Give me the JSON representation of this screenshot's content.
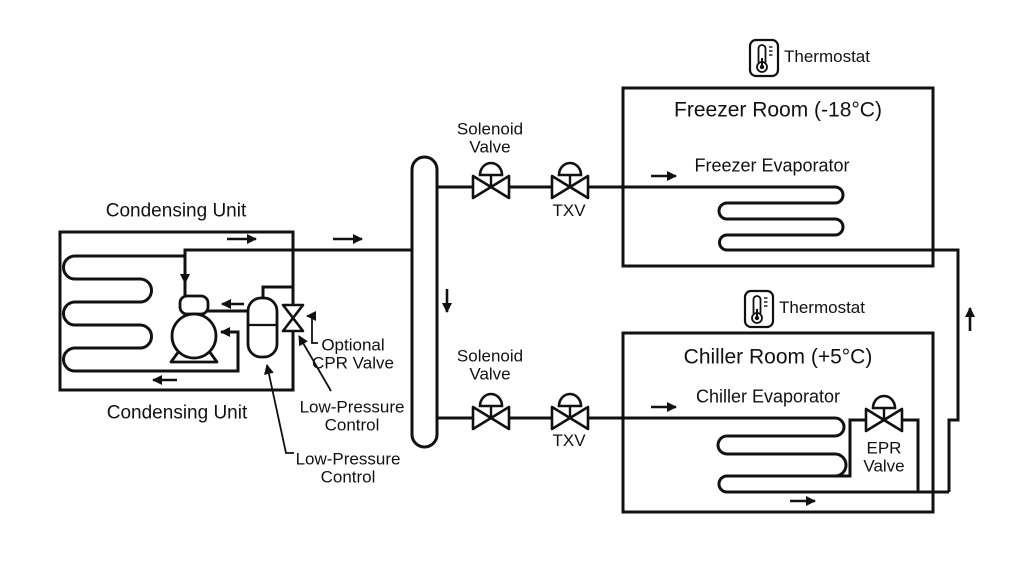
{
  "colors": {
    "ink": "#111111",
    "background": "#ffffff"
  },
  "condensing_unit": {
    "title": "Condensing Unit",
    "caption": "Condensing Unit"
  },
  "callouts": {
    "optional_cpr": {
      "line1": "Optional",
      "line2": "CPR Valve"
    },
    "low_pressure_1": {
      "line1": "Low-Pressure",
      "line2": "Control"
    },
    "low_pressure_2": {
      "line1": "Low-Pressure",
      "line2": "Control"
    }
  },
  "freezer_branch": {
    "solenoid": {
      "line1": "Solenoid",
      "line2": "Valve"
    },
    "txv": "TXV"
  },
  "chiller_branch": {
    "solenoid": {
      "line1": "Solenoid",
      "line2": "Valve"
    },
    "txv": "TXV"
  },
  "freezer_room": {
    "title": "Freezer Room (-18°C)",
    "evaporator": "Freezer Evaporator",
    "thermostat": "Thermostat"
  },
  "chiller_room": {
    "title": "Chiller Room (+5°C)",
    "evaporator": "Chiller Evaporator",
    "thermostat": "Thermostat",
    "epr": {
      "line1": "EPR",
      "line2": "Valve"
    }
  }
}
